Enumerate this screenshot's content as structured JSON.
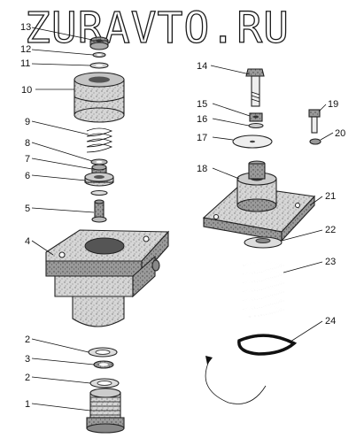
{
  "watermark": "ZURAVTO.RU",
  "callouts": [
    {
      "id": "c1",
      "text": "1"
    },
    {
      "id": "c2a",
      "text": "2"
    },
    {
      "id": "c3",
      "text": "3"
    },
    {
      "id": "c2b",
      "text": "2"
    },
    {
      "id": "c4",
      "text": "4"
    },
    {
      "id": "c5",
      "text": "5"
    },
    {
      "id": "c6",
      "text": "6"
    },
    {
      "id": "c7",
      "text": "7"
    },
    {
      "id": "c8",
      "text": "8"
    },
    {
      "id": "c9",
      "text": "9"
    },
    {
      "id": "c10",
      "text": "10"
    },
    {
      "id": "c11",
      "text": "11"
    },
    {
      "id": "c12",
      "text": "12"
    },
    {
      "id": "c13",
      "text": "13"
    },
    {
      "id": "c14",
      "text": "14"
    },
    {
      "id": "c15",
      "text": "15"
    },
    {
      "id": "c16",
      "text": "16"
    },
    {
      "id": "c17",
      "text": "17"
    },
    {
      "id": "c18",
      "text": "18"
    },
    {
      "id": "c19",
      "text": "19"
    },
    {
      "id": "c20",
      "text": "20"
    },
    {
      "id": "c21",
      "text": "21"
    },
    {
      "id": "c22",
      "text": "22"
    },
    {
      "id": "c23",
      "text": "23"
    },
    {
      "id": "c24",
      "text": "24"
    }
  ]
}
